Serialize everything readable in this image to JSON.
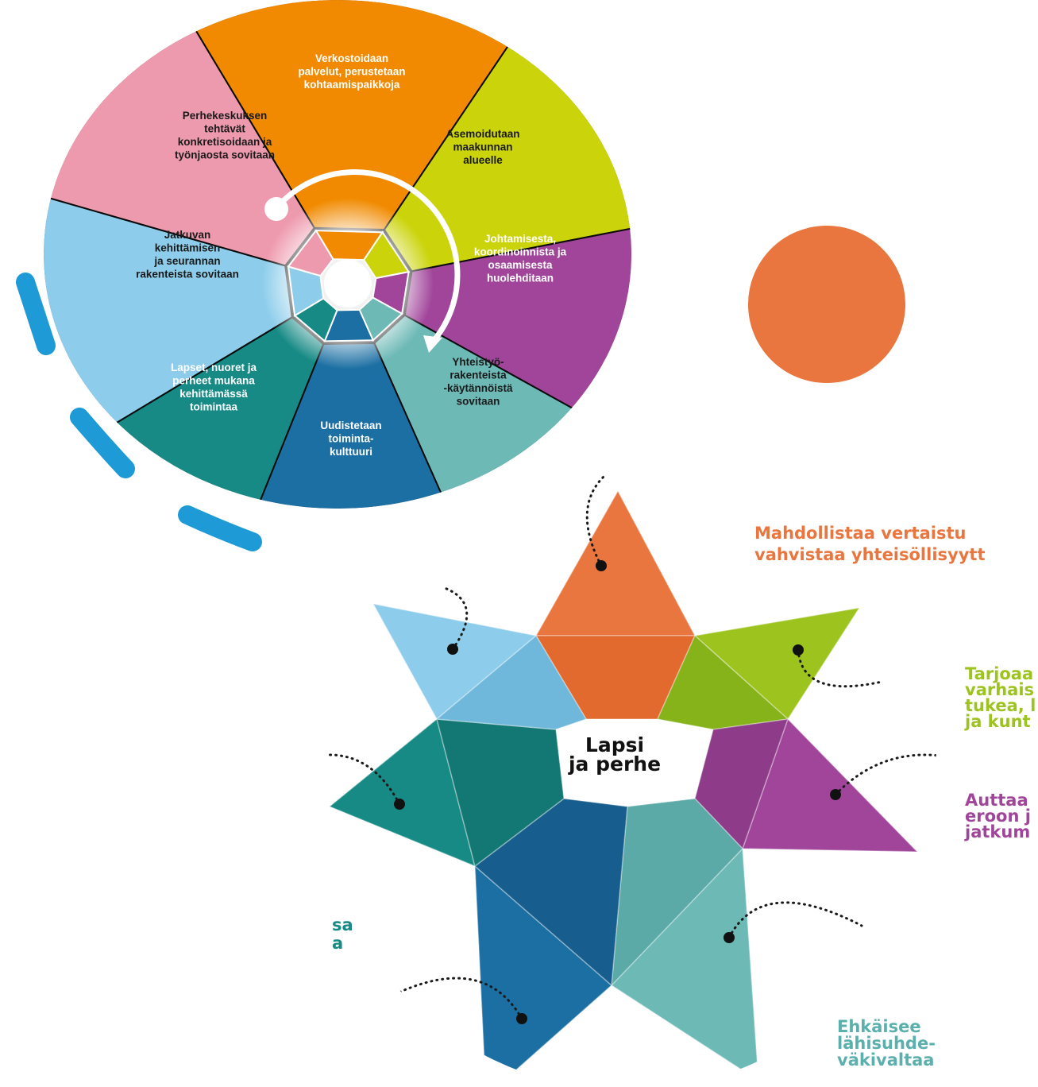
{
  "wheel": {
    "segments": [
      {
        "id": "orange",
        "color": "#F18A00",
        "text_color": "#ffffff",
        "lines": [
          "Verkostoidaan",
          "palvelut, perustetaan",
          "kohtaamispaikkoja"
        ]
      },
      {
        "id": "lime",
        "color": "#CBD40B",
        "text_color": "#1a1a1a",
        "lines": [
          "Asemoidutaan",
          "maakunnan",
          "alueelle"
        ]
      },
      {
        "id": "purple",
        "color": "#A1459B",
        "text_color": "#ffffff",
        "lines": [
          "Johtamisesta,",
          "koordinoinnista ja",
          "osaamisesta",
          "huolehditaan"
        ]
      },
      {
        "id": "teal-light",
        "color": "#6DB9B6",
        "text_color": "#1a1a1a",
        "lines": [
          "Yhteistyö-",
          "rakenteista",
          "-käytännöistä",
          "sovitaan"
        ]
      },
      {
        "id": "blue-dark",
        "color": "#1C6FA3",
        "text_color": "#ffffff",
        "lines": [
          "Uudistetaan",
          "toiminta-",
          "kulttuuri"
        ]
      },
      {
        "id": "teal-dark",
        "color": "#178A85",
        "text_color": "#ffffff",
        "lines": [
          "Lapset, nuoret ja",
          "perheet mukana",
          "kehittämässä",
          "toimintaa"
        ]
      },
      {
        "id": "sky",
        "color": "#8DCDEB",
        "text_color": "#1a1a1a",
        "lines": [
          "Jatkuvan",
          "kehittämisen",
          "ja seurannan",
          "rakenteista sovitaan"
        ]
      },
      {
        "id": "pink",
        "color": "#EE9AAE",
        "text_color": "#1a1a1a",
        "lines": [
          "Perhekeskuksen",
          "tehtävät",
          "konkretisoidaan ja",
          "työnjaosta sovitaan"
        ]
      }
    ]
  },
  "star": {
    "center_lines": [
      "Lapsi",
      "ja perhe"
    ],
    "labels": [
      {
        "id": "top",
        "color": "#E8763E",
        "lines": [
          "Mahdollistaa vertaistu",
          "vahvistaa yhteisöllisyytt"
        ]
      },
      {
        "id": "right-upper",
        "color": "#9CC31E",
        "lines": [
          "Tarjoaa",
          "varhais",
          "tukea, l",
          "ja kunt"
        ]
      },
      {
        "id": "right-lower",
        "color": "#A1459B",
        "lines": [
          "Auttaa",
          "eroon j",
          "jatkum"
        ]
      },
      {
        "id": "bottom-right",
        "color": "#5BB0AE",
        "lines": [
          "Ehkäisee",
          "lähisuhde-",
          "väkivaltaa"
        ]
      },
      {
        "id": "left",
        "color": "#178A85",
        "lines": [
          "sa",
          "a"
        ]
      }
    ]
  },
  "decor": {
    "accent_orange": "#E8763E",
    "accent_blue": "#1E9BD7"
  }
}
